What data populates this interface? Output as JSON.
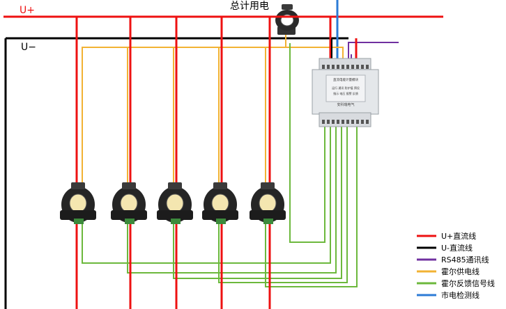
{
  "labels": {
    "u_plus": "U+",
    "u_minus": "U−",
    "total": "总计用电"
  },
  "device": {
    "line1": "直流电能计量模块",
    "line2": "运行  通讯  防护值  预设",
    "line3": "指示  电压  报警  反馈",
    "brand": "安科瑞电气"
  },
  "legend": [
    {
      "label": "U+直流线",
      "color": "#ee1111"
    },
    {
      "label": "U-直流线",
      "color": "#000000"
    },
    {
      "label": "RS485通讯线",
      "color": "#7030a0"
    },
    {
      "label": "霍尔供电线",
      "color": "#f2b233"
    },
    {
      "label": "霍尔反馈信号线",
      "color": "#6cb83c"
    },
    {
      "label": "市电检测线",
      "color": "#2c7bd6"
    }
  ]
}
